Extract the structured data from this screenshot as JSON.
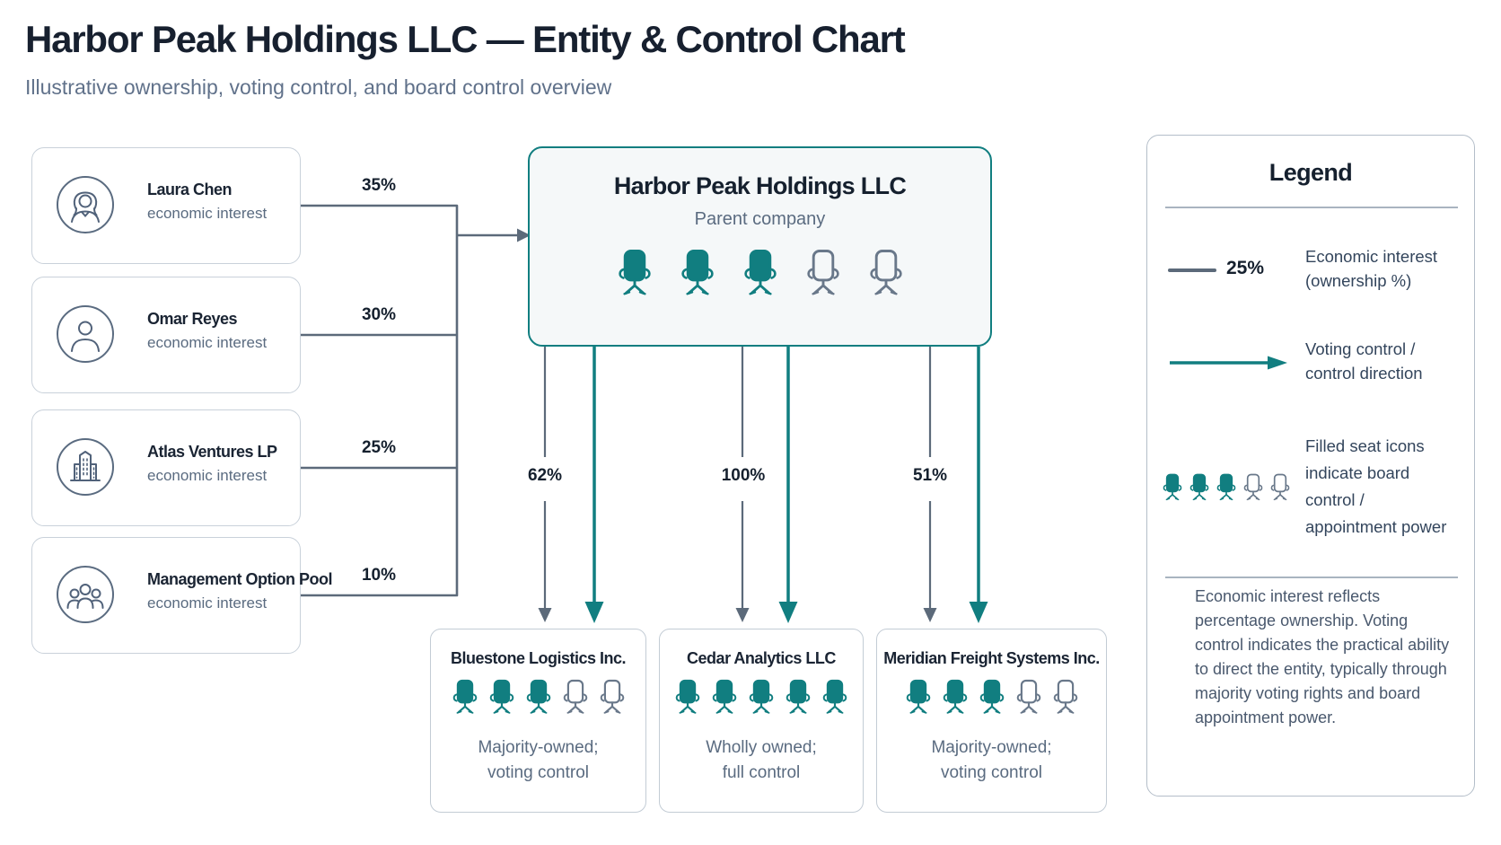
{
  "header": {
    "title": "Harbor Peak Holdings LLC — Entity & Control Chart",
    "subtitle": "Illustrative ownership, voting control, and board control overview"
  },
  "owners": [
    {
      "name": "Laura Chen",
      "descriptor": "economic interest",
      "ownership": "35%"
    },
    {
      "name": "Omar Reyes",
      "descriptor": "economic interest",
      "ownership": "30%"
    },
    {
      "name": "Atlas Ventures LP",
      "descriptor": "economic interest",
      "ownership": "25%"
    },
    {
      "name": "Management Option Pool",
      "descriptor": "economic interest",
      "ownership": "10%"
    }
  ],
  "parent": {
    "name": "Harbor Peak Holdings LLC",
    "descriptor": "Parent company",
    "board_seats_filled": 3,
    "board_seats_total": 5
  },
  "subsidiaries": [
    {
      "name": "Bluestone Logistics Inc.",
      "ownership": "62%",
      "caption_line1": "Majority-owned;",
      "caption_line2": "voting control",
      "board_seats_filled": 3,
      "board_seats_total": 5
    },
    {
      "name": "Cedar Analytics LLC",
      "ownership": "100%",
      "caption_line1": "Wholly owned;",
      "caption_line2": "full control",
      "board_seats_filled": 5,
      "board_seats_total": 5
    },
    {
      "name": "Meridian Freight Systems Inc.",
      "ownership": "51%",
      "caption_line1": "Majority-owned;",
      "caption_line2": "voting control",
      "board_seats_filled": 3,
      "board_seats_total": 5
    }
  ],
  "legend": {
    "title": "Legend",
    "economic_sample_value": "25%",
    "economic_line1": "Economic interest",
    "economic_line2": "(ownership %)",
    "voting_line1": "Voting control /",
    "voting_line2": "control direction",
    "seats_line1": "Filled seat icons",
    "seats_line2": "indicate board",
    "seats_line3": "control /",
    "seats_line4": "appointment power",
    "note": "Economic interest reflects percentage ownership. Voting control indicates the practical ability to direct the entity, typically through majority voting rights and board appointment power."
  },
  "colors": {
    "teal": "#117e80",
    "line_gray": "#5c6a7a",
    "navy": "#1a2433",
    "slate": "#5a6b80"
  }
}
